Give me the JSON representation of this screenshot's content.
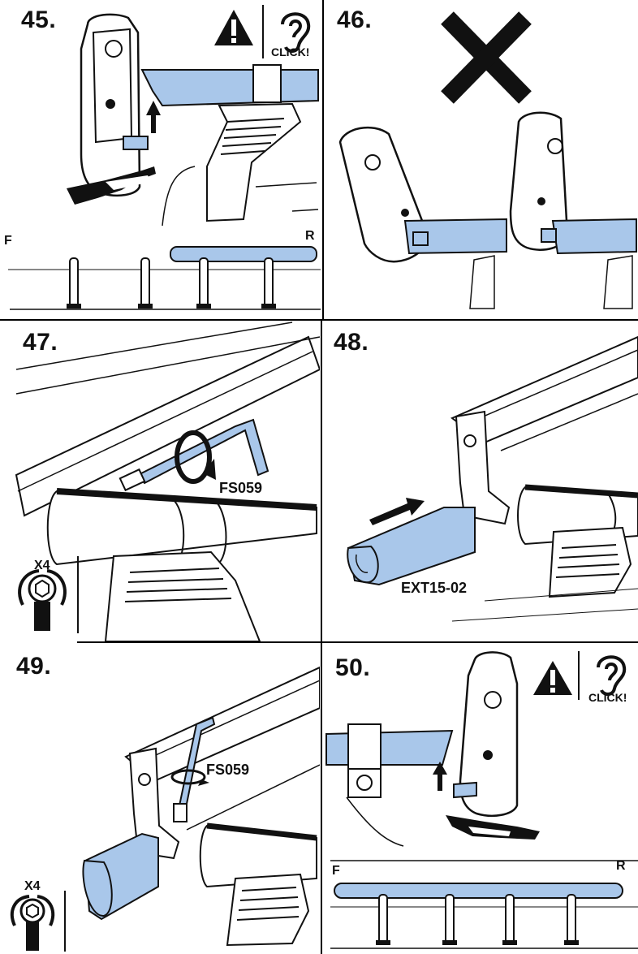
{
  "steps": [
    {
      "number": "45.",
      "click_label": "CLICK!",
      "front_label": "F",
      "rear_label": "R"
    },
    {
      "number": "46."
    },
    {
      "number": "47.",
      "part_label": "FS059",
      "count_label": "X4"
    },
    {
      "number": "48.",
      "part_label": "EXT15-02"
    },
    {
      "number": "49.",
      "part_label": "FS059",
      "count_label": "X4"
    },
    {
      "number": "50.",
      "click_label": "CLICK!",
      "front_label": "F",
      "rear_label": "R"
    }
  ],
  "colors": {
    "accent_blue": "#a9c7ea",
    "ink": "#111111",
    "background": "#ffffff"
  },
  "icons": [
    "warning-icon",
    "ear-icon",
    "cross-icon",
    "hand-icon",
    "arrow-up-icon",
    "rotate-arrow-icon",
    "bolt-icon",
    "hex-key-icon"
  ]
}
